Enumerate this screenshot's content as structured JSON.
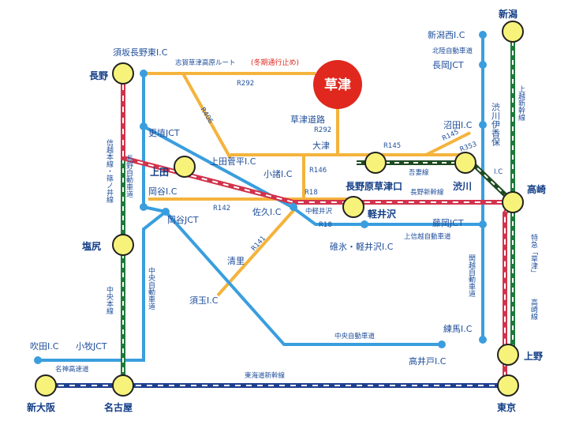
{
  "destination": {
    "label": "草津",
    "color": "#e0281e"
  },
  "colors": {
    "blue": "#3a9ede",
    "orange": "#f4b33c",
    "green": "#1e7a3a",
    "red": "#d2324b",
    "navy": "#1e3f8f",
    "station": "#f7f37a"
  },
  "stations": {
    "nagano": "長野",
    "ueda": "上田",
    "shiojiri": "塩尻",
    "nagoya": "名古屋",
    "shinosaka": "新大阪",
    "niigata": "新潟",
    "takasaki": "高崎",
    "ueno": "上野",
    "tokyo": "東京",
    "karuizawa": "軽井沢",
    "shibukawa": "渋川",
    "naganohara": "長野原草津口"
  },
  "ic_labels": {
    "suzaka": "須坂長野東I.C",
    "koshoku": "更埴JCT",
    "uedasugadaira": "上田菅平I.C",
    "komoro": "小諸I.C",
    "okaya": "岡谷I.C",
    "okayajct": "岡谷JCT",
    "saku": "佐久I.C",
    "usui": "碓氷・軽井沢I.C",
    "fujioka": "藤岡JCT",
    "sudama": "須玉I.C",
    "takaido": "高井戸I.C",
    "nerima": "練馬I.C",
    "numata": "沼田I.C",
    "shibukawaikaho": "渋川伊香保",
    "ic_suffix": "I.C",
    "niigatanishi": "新潟西I.C",
    "nagaoka": "長岡JCT",
    "suita": "吹田I.C",
    "komaki": "小牧JCT",
    "kusatsudoro": "草津道路",
    "otsu": "大津",
    "kiyosato": "清里",
    "nakakaruizawa": "中軽井沢"
  },
  "routes": {
    "shiga": "志賀草津高原ルート",
    "winter": "(冬期通行止め)",
    "r292a": "R292",
    "r292b": "R292",
    "r406": "R406",
    "r145a": "R145",
    "r145b": "R145",
    "r353": "R353",
    "r146": "R146",
    "r18a": "R18",
    "r18b": "R18",
    "r142": "R142",
    "r141": "R141",
    "hokuriku": "北陸自動車道",
    "agatsuma": "吾妻線",
    "nagano_shinkansen": "長野新幹線",
    "joshinetsu": "上信越自動車道",
    "chuo_exp": "中央自動車道",
    "meishin": "名神高速道",
    "tokaido": "東海道新幹線",
    "naganoexp_v": "長野自動車道",
    "shinetsu_v": "信越本線・篠ノ井線",
    "chuo_v": "中央本線",
    "chuoexp_v": "中央自動車道",
    "kanetsu_v": "関越自動車道",
    "joetsu_v": "上越新幹線",
    "tokkyu_v": "特急「草津」",
    "takasaki_v": "高崎線"
  }
}
